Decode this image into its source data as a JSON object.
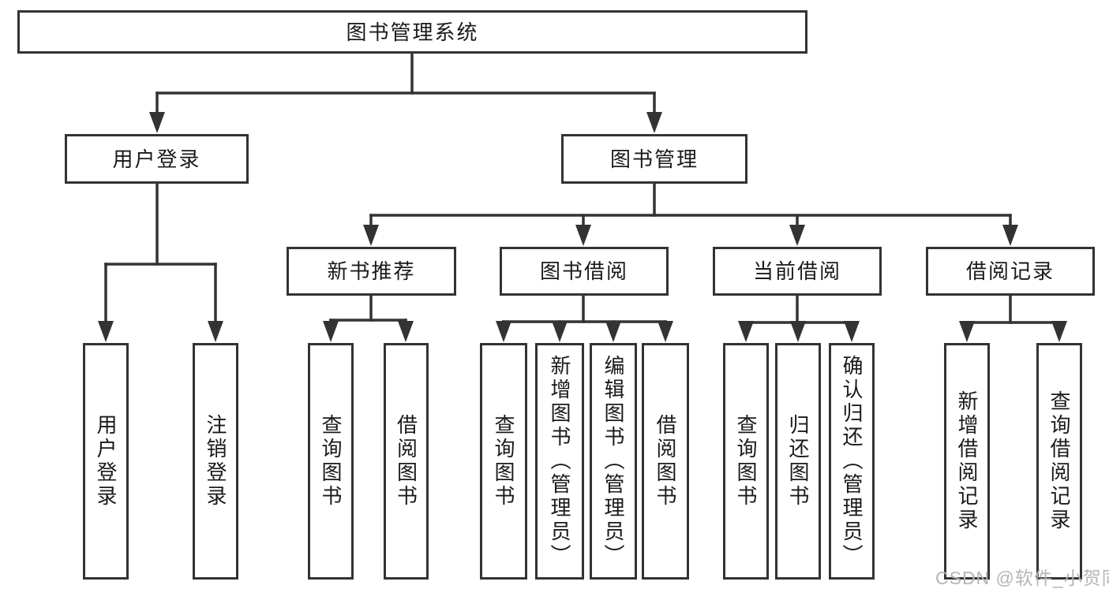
{
  "diagram": {
    "root": {
      "label": "图书管理系统"
    },
    "level2": [
      {
        "label": "用户登录"
      },
      {
        "label": "图书管理"
      }
    ],
    "level3": [
      {
        "label": "新书推荐"
      },
      {
        "label": "图书借阅"
      },
      {
        "label": "当前借阅"
      },
      {
        "label": "借阅记录"
      }
    ],
    "leaves": {
      "login": [
        "用户登录",
        "注销登录"
      ],
      "newbook": [
        "查询图书",
        "借阅图书"
      ],
      "borrow": [
        "查询图书",
        "新增图书（管理员）",
        "编辑图书（管理员）",
        "借阅图书"
      ],
      "current": [
        "查询图书",
        "归还图书",
        "确认归还（管理员）"
      ],
      "records": [
        "新增借阅记录",
        "查询借阅记录"
      ]
    }
  },
  "watermark": "CSDN @软件_小贺同学",
  "colors": {
    "line": "#333333",
    "text": "#1a1a1a",
    "watermark": "#b5b5b5",
    "background": "#ffffff"
  }
}
